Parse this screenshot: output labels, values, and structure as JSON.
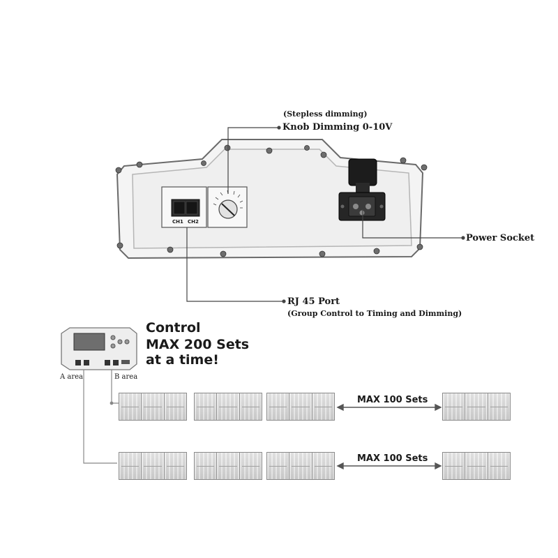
{
  "labels": {
    "stepless": "(Stepless dimming)",
    "knob": "Knob Dimming 0-10V",
    "power_socket": "Power Socket",
    "rj45": "RJ 45 Port",
    "rj45_note": "(Group Control to Timing and Dimming)",
    "ch1": "CH1",
    "ch2": "CH2"
  },
  "controller": {
    "line1": "Control",
    "line2": "MAX 200 Sets",
    "line3": "at a time!",
    "a_area": "A area",
    "b_area": "B area"
  },
  "rows": [
    {
      "max_label": "MAX 100 Sets"
    },
    {
      "max_label": "MAX 100 Sets"
    }
  ],
  "colors": {
    "housing": "#f2f2f2",
    "outline": "#555555",
    "line": "#777777"
  }
}
